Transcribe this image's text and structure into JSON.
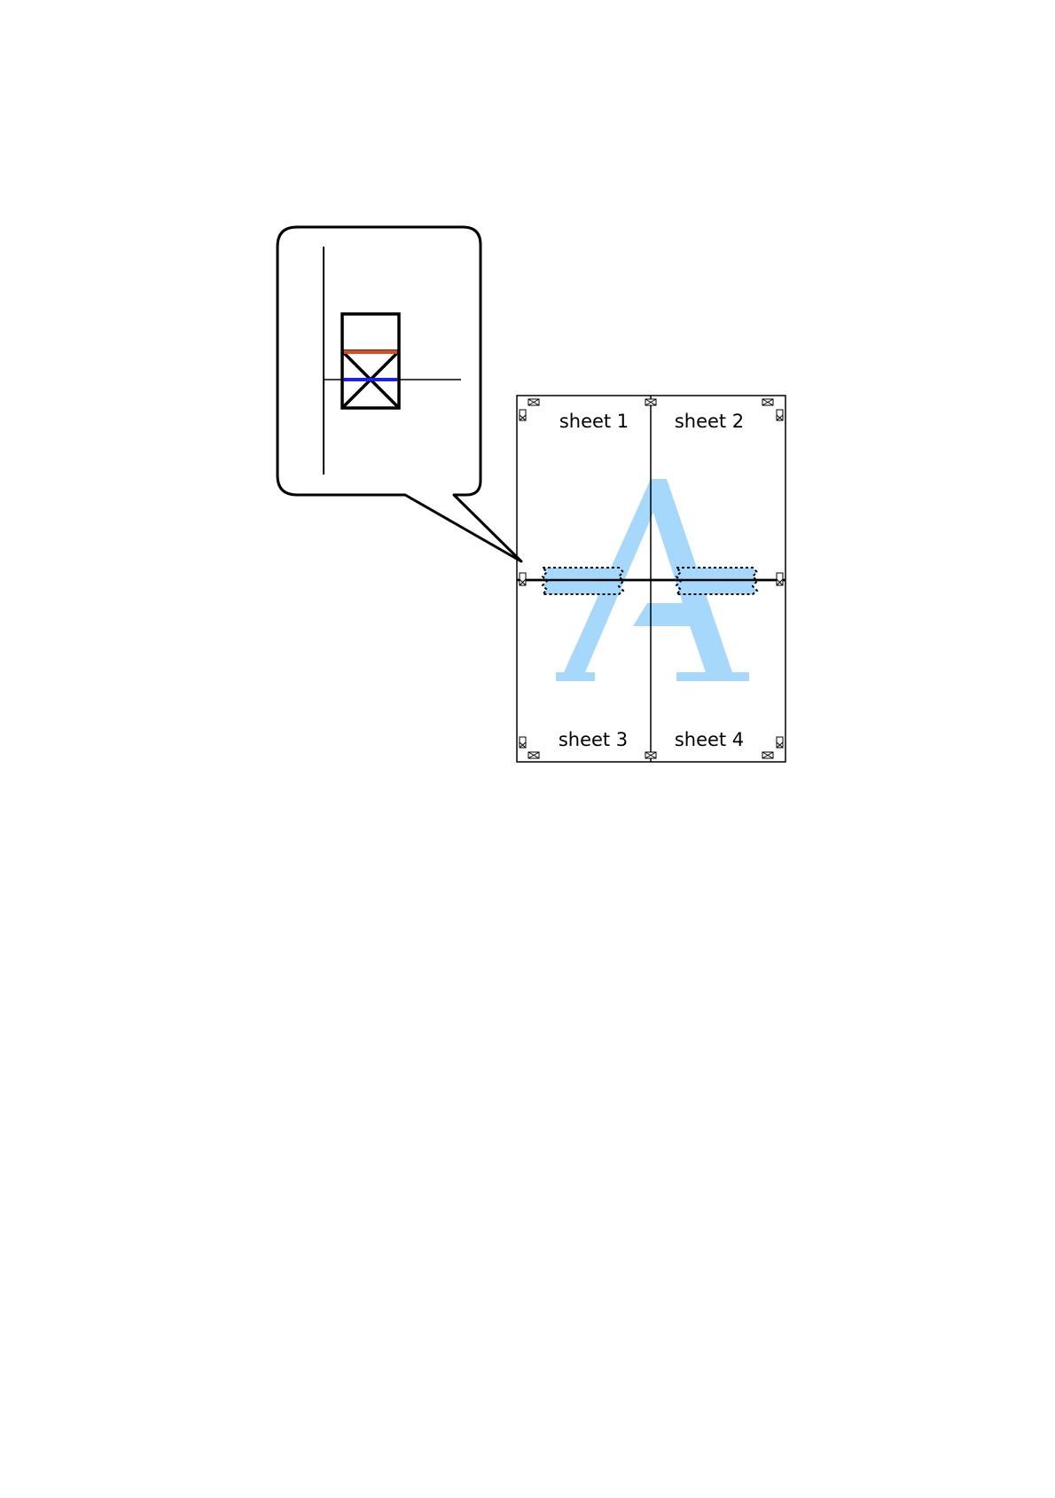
{
  "diagram": {
    "sheets": {
      "sheet1": "sheet 1",
      "sheet2": "sheet 2",
      "sheet3": "sheet 3",
      "sheet4": "sheet 4"
    },
    "watermark_letter": "A",
    "colors": {
      "line": "#000000",
      "watermark": "#a6d8fc",
      "tape_fill": "#a6d8fc",
      "upper_mark": "#e04a1a",
      "lower_mark": "#1a23e0",
      "background": "#ffffff"
    },
    "icons": [
      "crop-mark-icon",
      "callout-bubble"
    ]
  }
}
